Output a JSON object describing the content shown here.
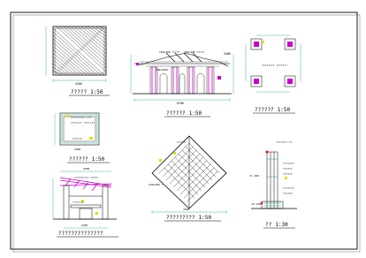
{
  "sheet": {
    "frame_color": "#000000",
    "line_color": "#000000",
    "dim_color": "#16a085",
    "accent_color": "#cc00cc",
    "label_color": "#2040ff",
    "mark_color": "#e0e000",
    "red_color": "#ff0000",
    "views": [
      {
        "id": "plan-top",
        "title": "?????",
        "scale": "1:50",
        "dims": [
          "4300"
        ]
      },
      {
        "id": "front-elevation",
        "title": "??????",
        "scale": "1:50",
        "dims": [
          "8700",
          "3400"
        ],
        "notes": [
          "150×200 ?????",
          "150×200 ?????",
          "180×200?"
        ]
      },
      {
        "id": "column-plan",
        "title": "??????",
        "scale": "1:50",
        "notes": [
          "??×????? ???????"
        ]
      },
      {
        "id": "section-small",
        "title": "??????",
        "scale": "1:50",
        "dims": [
          "2200"
        ],
        "notes": [
          "???????×? ???",
          "????×?? ????/??",
          "??????"
        ]
      },
      {
        "id": "roof-plan",
        "title": "?????????",
        "scale": "1:50",
        "dims": [
          "4300"
        ],
        "notes": [
          "??????",
          "150×200 ?"
        ]
      },
      {
        "id": "side-elevation",
        "title": "??????????????",
        "dims": [
          "4300",
          "2200"
        ],
        "notes": [
          "???????×? ?????",
          "????×??"
        ]
      },
      {
        "id": "detail",
        "title": "??",
        "scale": "1:30",
        "dims": [
          "?1.300",
          "?0.150"
        ],
        "notes": [
          "??????? ??",
          "???????",
          "??????",
          "??????",
          "???????",
          "??????"
        ]
      }
    ]
  }
}
